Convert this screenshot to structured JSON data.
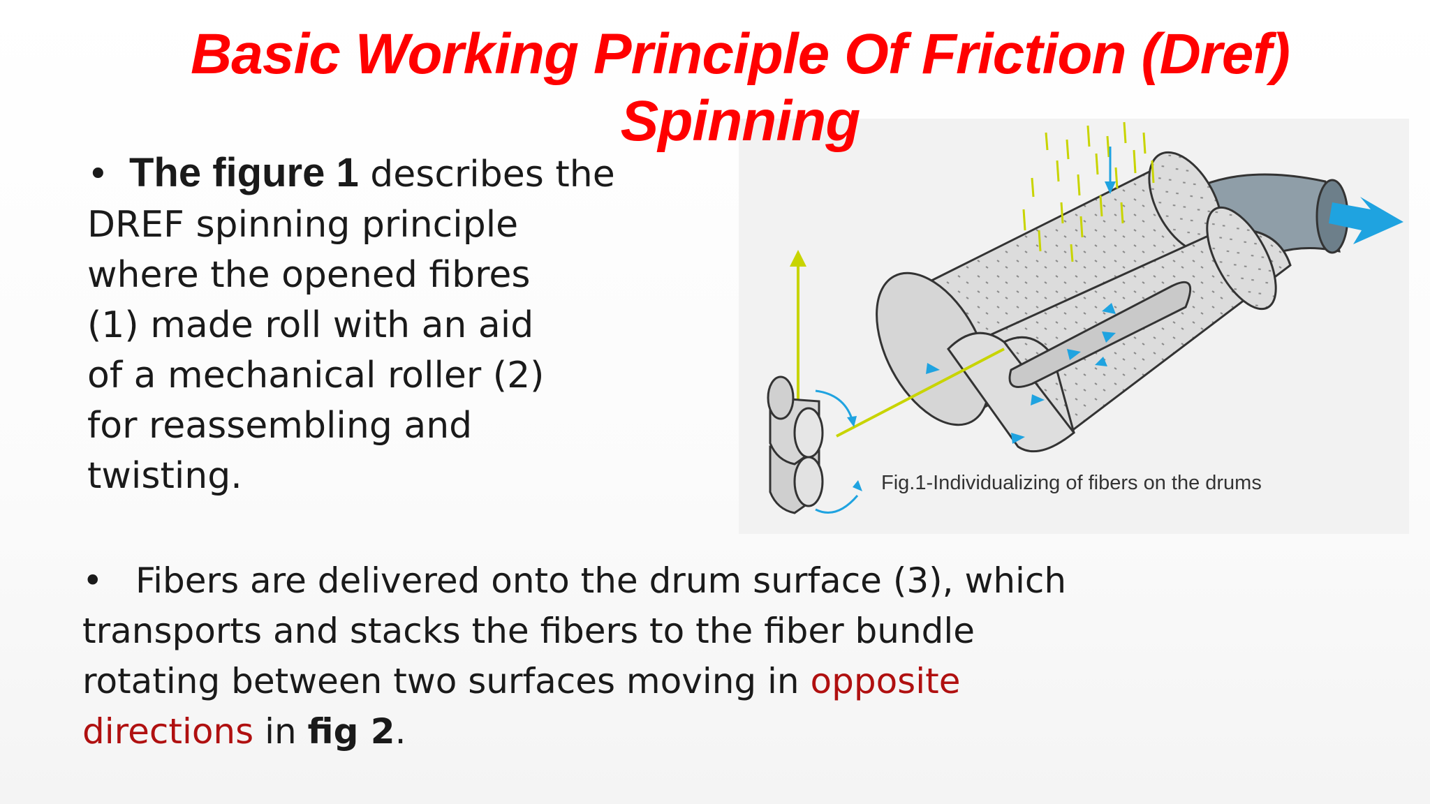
{
  "title": {
    "line1": "Basic Working Principle Of Friction (Dref)",
    "line2": "Spinning"
  },
  "bullet1": {
    "marker": "•",
    "lead": "The figure 1",
    "lines": [
      " describes the",
      "DREF spinning principle",
      "where the opened fibres",
      "(1) made roll with an aid",
      "of a mechanical roller (2)",
      "for reassembling and",
      "twisting."
    ]
  },
  "figure": {
    "caption": "Fig.1-Individualizing of fibers on the drums",
    "colors": {
      "panel": "#f2f2f2",
      "drum": "#d9d9d9",
      "outline": "#333333",
      "fiber": "#c8d400",
      "arrow_blue": "#1fa3e0",
      "tube": "#8f9ea8"
    }
  },
  "bullet2": {
    "marker": "•",
    "text_a": "Fibers are delivered onto the drum surface (3), which transports and stacks the fibers to the fiber bundle rotating between two surfaces moving in ",
    "highlight": "opposite directions",
    "text_b": " in ",
    "bold": "fig 2",
    "text_c": "."
  }
}
